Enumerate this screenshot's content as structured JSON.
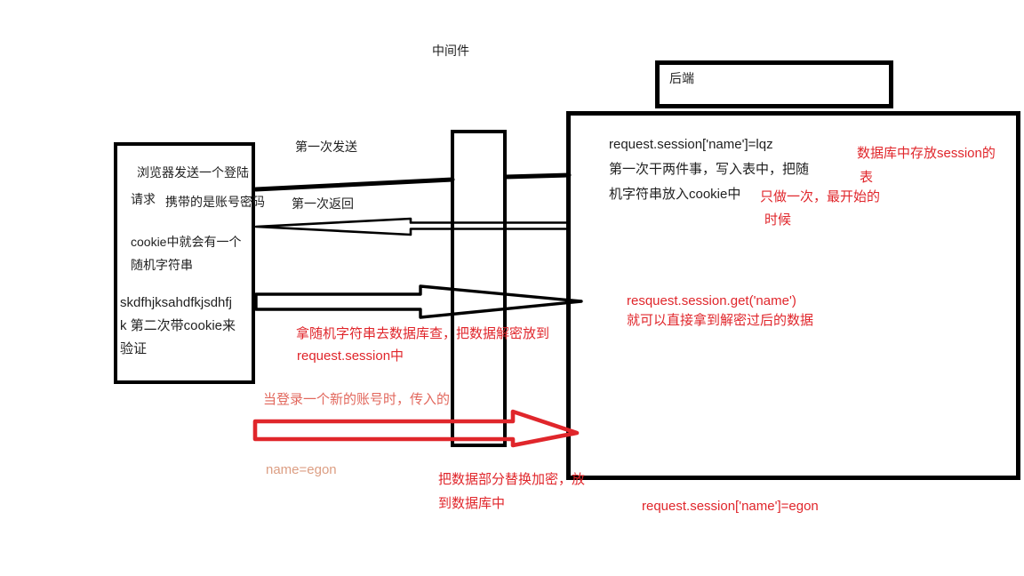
{
  "title": "中间件",
  "backend_label": "后端",
  "browser_box": {
    "line1": "浏览器发送一个登陆",
    "line2": "请求",
    "line3": "携带的是账号密码",
    "line4": "cookie中就会有一个",
    "line5": "随机字符串",
    "line6": "skdfhjksahdfkjsdhfj",
    "line7": "k 第二次带cookie来",
    "line8": "验证"
  },
  "arrow_labels": {
    "first_send": "第一次发送",
    "first_return": "第一次返回"
  },
  "backend_box": {
    "black_line1": "request.session['name']=lqz",
    "black_line2": "第一次干两件事，写入表中，把随",
    "black_line3": "机字符串放入cookie中",
    "note_once_line1": "只做一次，最开始的",
    "note_once_line2": "时候",
    "note_db_line1": "数据库中存放session的",
    "note_db_line2": "表",
    "note_get_line1": "resquest.session.get('name')",
    "note_get_line2": "就可以直接拿到解密过后的数据"
  },
  "notes": {
    "decrypt_line1": "拿随机字符串去数据库查，把数据解密放到",
    "decrypt_line2": "request.session中",
    "new_login": "当登录一个新的账号时，传入的",
    "name_egon": "name=egon",
    "encrypt_line1": "把数据部分替换加密，放",
    "encrypt_line2": "到数据库中",
    "session_egon": "request.session['name']=egon"
  },
  "colors": {
    "black_ink": "#000000",
    "text_black": "#1f1f1f",
    "red": "#e0262b",
    "salmon": "#e2685d",
    "light_salmon": "#dc9e83",
    "background": "#ffffff"
  }
}
